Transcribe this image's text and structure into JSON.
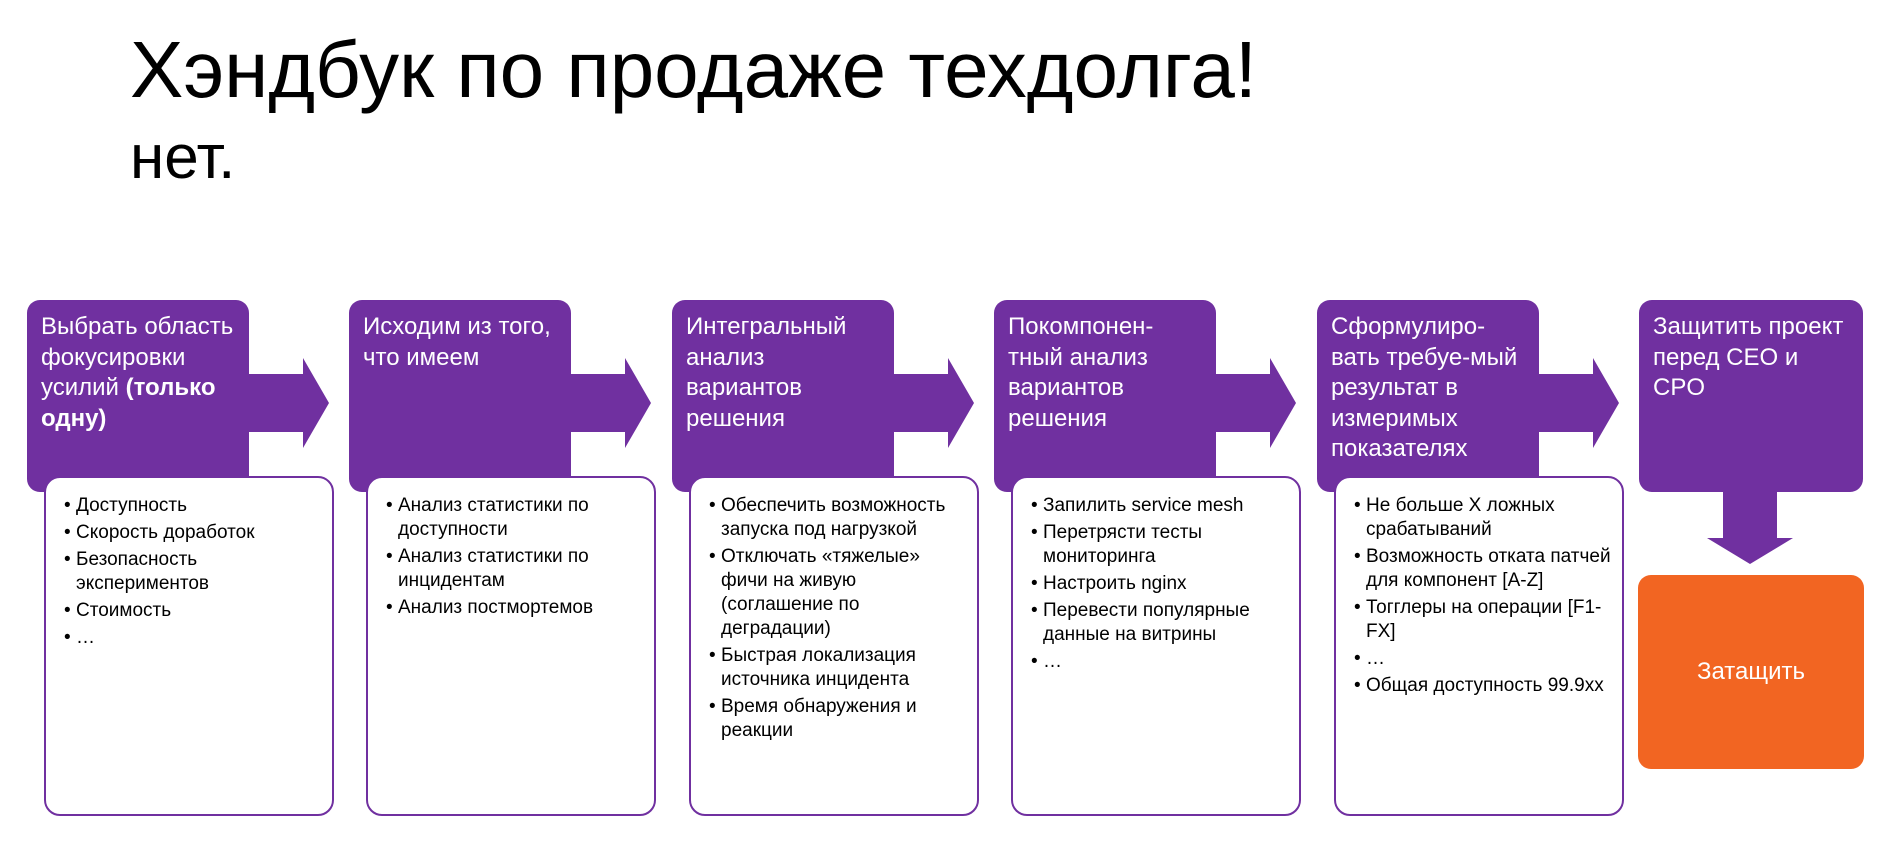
{
  "header": {
    "title": "Хэндбук по продаже техдолга!",
    "subtitle": "нет."
  },
  "steps": [
    {
      "title": "Выбрать область фокусировки усилий",
      "title_bold": "(только одну)",
      "items": [
        "Доступность",
        "Скорость доработок",
        "Безопасность экспериментов",
        "Стоимость",
        "…"
      ]
    },
    {
      "title": "Исходим из того, что имеем",
      "items": [
        "Анализ статистики по доступности",
        "Анализ статистики по инцидентам",
        "Анализ постмортемов"
      ]
    },
    {
      "title": "Интегральный анализ вариантов решения",
      "items": [
        "Обеспечить возможность запуска под нагрузкой",
        "Отключать «тяжелые» фичи на живую (соглашение по деградации)",
        "Быстрая локализация источника инцидента",
        "Время обнаружения и реакции"
      ]
    },
    {
      "title": "Покомпонен-тный анализ вариантов решения",
      "items": [
        "Запилить service mesh",
        "Перетрясти тесты мониторинга",
        "Настроить nginx",
        "Перевести популярные данные на витрины",
        "…"
      ]
    },
    {
      "title": "Сформулиро-вать требуе-мый результат в измеримых показателях",
      "items": [
        "Не больше X ложных срабатываний",
        "Возможность отката патчей для компонент [A-Z]",
        "Тогглеры на операции [F1-FX]",
        "…",
        "Общая доступность 99.9xx"
      ]
    }
  ],
  "final_step": {
    "title": "Защитить проект перед CEO и CPO"
  },
  "cta": {
    "label": "Затащить"
  },
  "colors": {
    "purple": "#7030a0",
    "orange": "#f26522"
  }
}
